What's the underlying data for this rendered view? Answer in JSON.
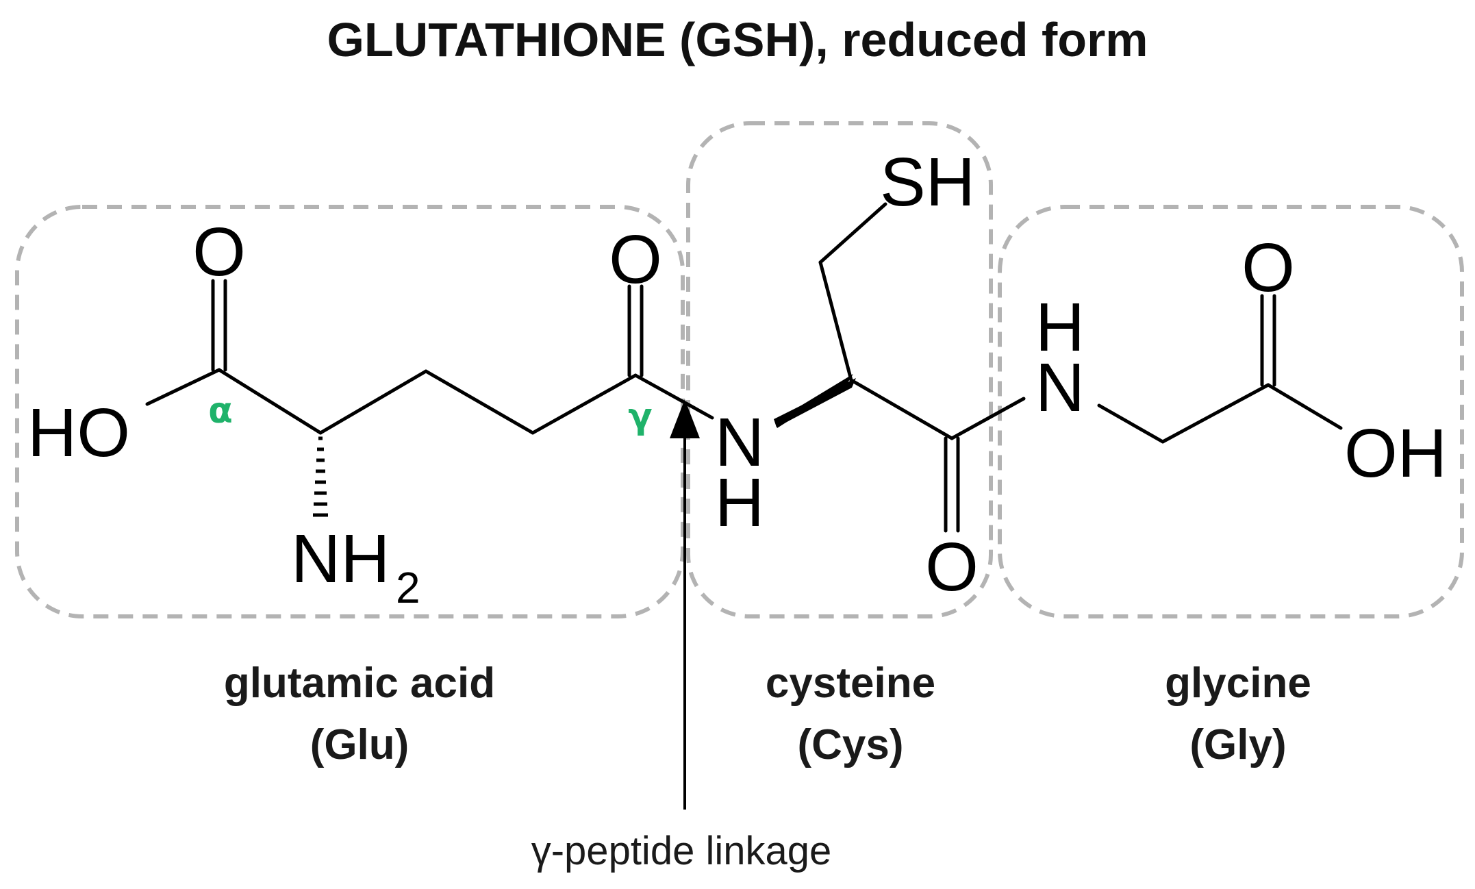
{
  "title": "GLUTATHIONE (GSH), reduced form",
  "atoms": {
    "ho": "HO",
    "o_glu_carboxyl": "O",
    "nh": "NH",
    "nh2_sub": "2",
    "o_gamma": "O",
    "n_amide1": "N",
    "h_amide1": "H",
    "sh": "SH",
    "o_cys": "O",
    "h_amide2": "H",
    "n_amide2": "N",
    "o_gly": "O",
    "oh": "OH"
  },
  "greek": {
    "alpha": "α",
    "gamma": "γ"
  },
  "residues": [
    {
      "name": "glutamic acid",
      "abbr": "(Glu)"
    },
    {
      "name": "cysteine",
      "abbr": "(Cys)"
    },
    {
      "name": "glycine",
      "abbr": "(Gly)"
    }
  ],
  "linkage_label": "γ-peptide linkage",
  "colors": {
    "greek_accent": "#1fb26a",
    "box_outline": "#b3b3b3"
  }
}
